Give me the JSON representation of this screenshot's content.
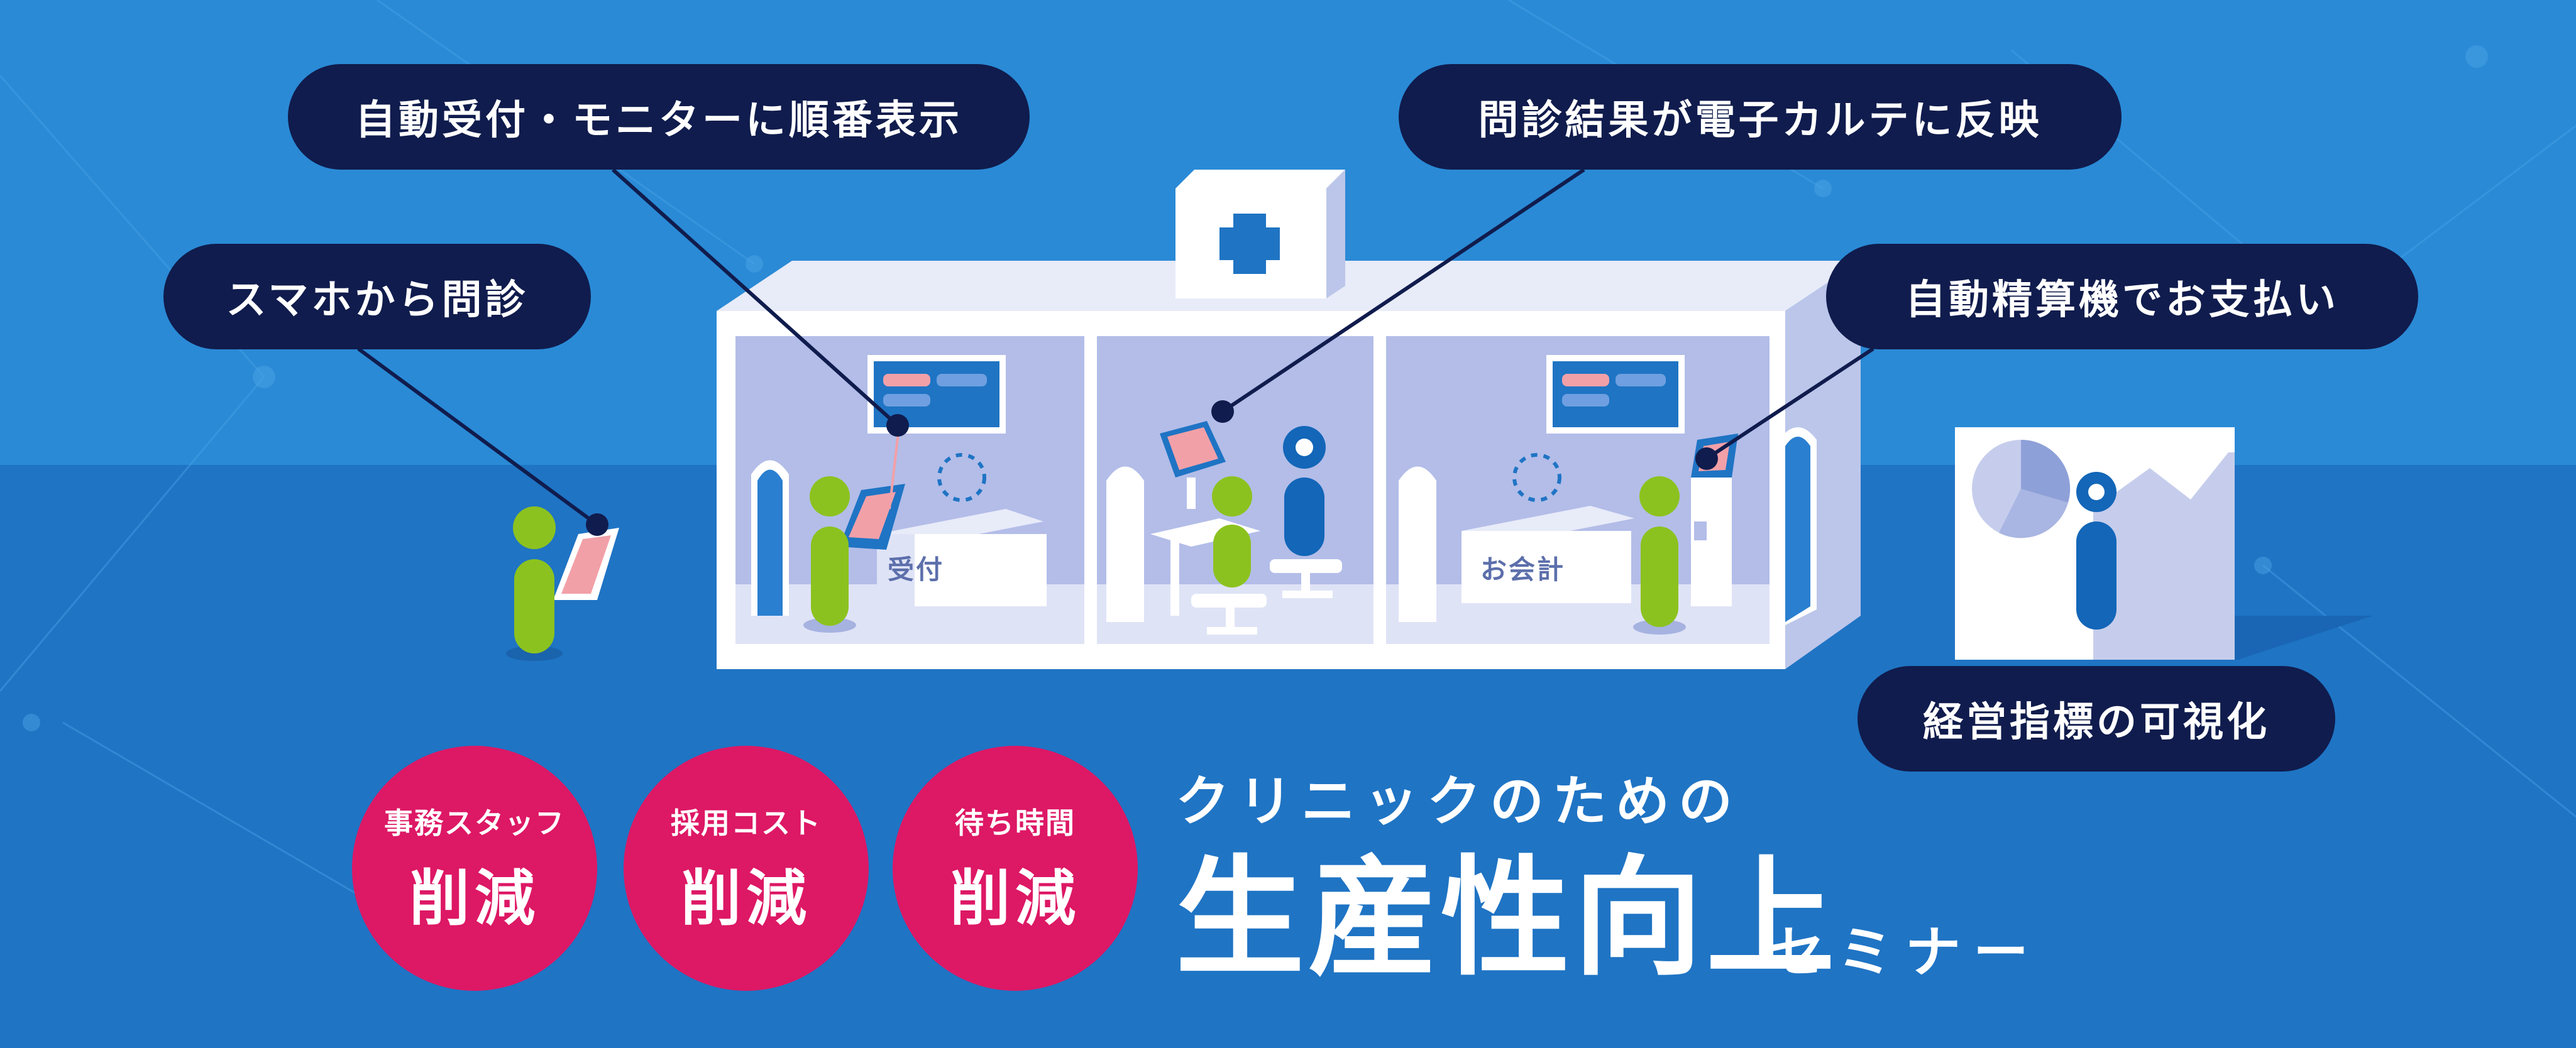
{
  "features": {
    "reception": "自動受付・モニターに順番表示",
    "smartphone": "スマホから問診",
    "ehr": "問診結果が電子カルテに反映",
    "payment": "自動精算機でお支払い",
    "kpi": "経営指標の可視化"
  },
  "signs": {
    "reception": "受付",
    "accounting": "お会計"
  },
  "badges": [
    {
      "top": "事務スタッフ",
      "bottom": "削減"
    },
    {
      "top": "採用コスト",
      "bottom": "削減"
    },
    {
      "top": "待ち時間",
      "bottom": "削減"
    }
  ],
  "title": {
    "sub": "クリニックのための",
    "main": "生産性向上",
    "suffix": "セミナー"
  },
  "colors": {
    "background": "#2583cf",
    "pill": "#101c4d",
    "badge": "#dd1865",
    "figure_green": "#8cc21f",
    "figure_blue": "#1366b8"
  },
  "icons": {
    "hospital_sign": "medical-cross-icon",
    "analytics_panel": "pie-chart-icon"
  }
}
